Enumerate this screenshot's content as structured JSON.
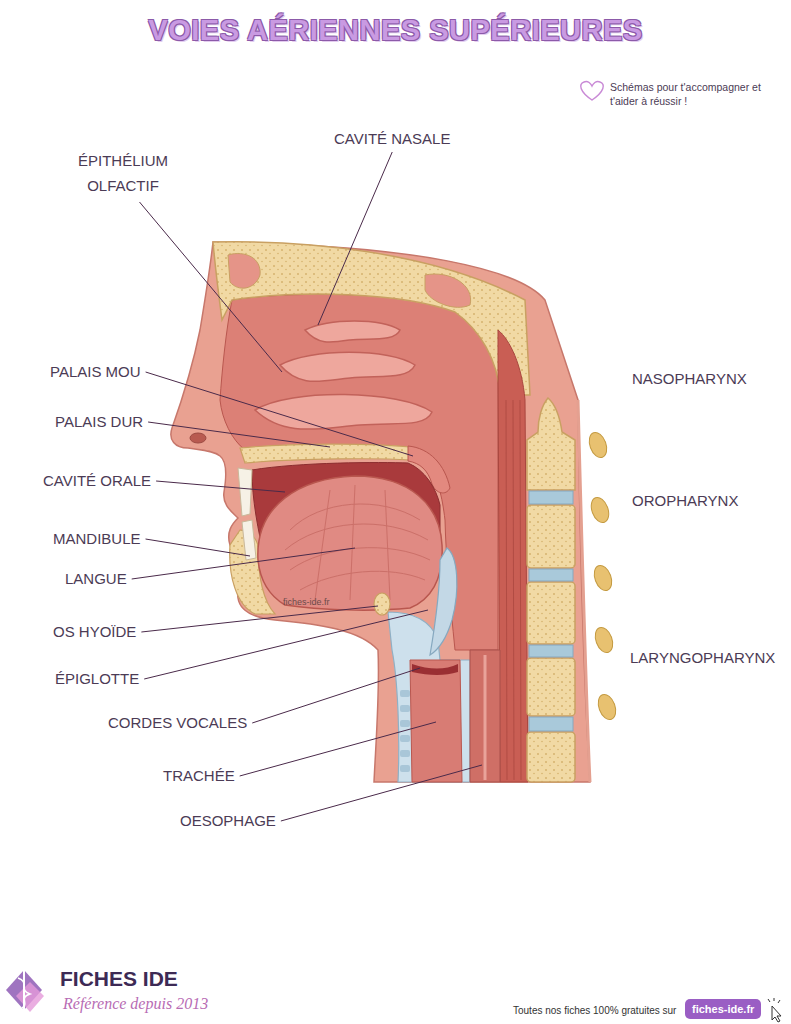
{
  "diagram": {
    "title": "VOIES AÉRIENNES SUPÉRIEURES",
    "nodes": [
      {
        "text": [
          "fiches-ide.fr"
        ]
      }
    ],
    "labels": [
      "Schémas pour t'accompagner et t'aider à réussir !",
      "CAVITÉ NASALE",
      "ÉPITHÉLIUM OLFACTIF",
      "PALAIS MOU",
      "NASOPHARYNX",
      "PALAIS DUR",
      "CAVITÉ ORALE",
      "OROPHARYNX",
      "MANDIBULE",
      "LANGUE",
      "fiches-ide.fr",
      "OS HYOÏDE",
      "LARYNGOPHARYNX",
      "ÉPIGLOTTE",
      "CORDES VOCALES",
      "TRACHÉE",
      "OESOPHAGE",
      "FICHES IDE",
      "Référence depuis 2013",
      "Toutes nos fiches 100% gratuites sur"
    ]
  }
}
